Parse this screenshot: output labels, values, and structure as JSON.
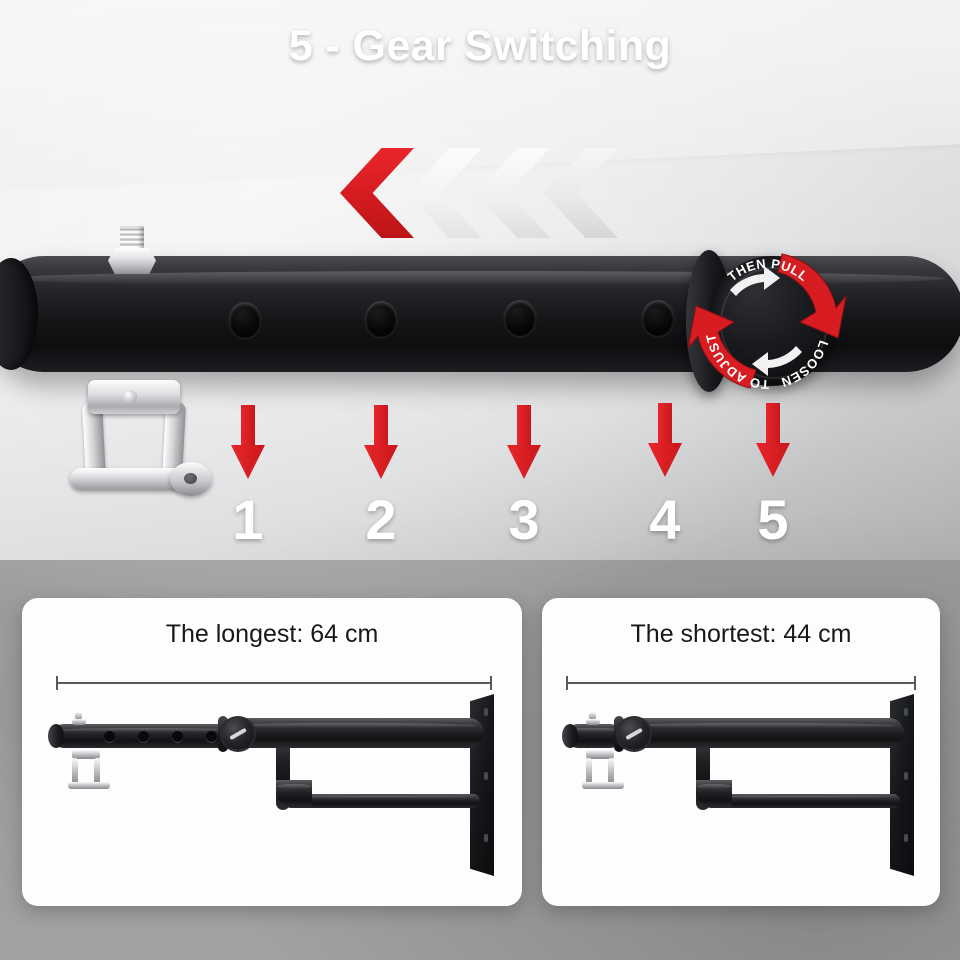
{
  "title": "5 - Gear Switching",
  "colors": {
    "accent_red": "#d81d22",
    "title_white": "#ffffff",
    "product_black": "#141517",
    "card_white": "#fdfdfd",
    "background_gray": "#8e8f91"
  },
  "chevrons": [
    {
      "index": 1,
      "color": "#d81d22",
      "state": "active"
    },
    {
      "index": 2,
      "color": "#f3f3f4",
      "state": "inactive"
    },
    {
      "index": 3,
      "color": "#f0f0f1",
      "state": "inactive"
    },
    {
      "index": 4,
      "color": "#e9e9ea",
      "state": "inactive"
    }
  ],
  "knob": {
    "label_line_1": "LOOSEN",
    "label_line_2": "THEN PULL",
    "label_line_3": "TO ADJUST",
    "full_label": "LOOSEN THEN PULL TO ADJUST",
    "rotation_arrow_color": "#d81d22"
  },
  "gears": {
    "arrow_color": "#d81d22",
    "items": [
      {
        "number": "1"
      },
      {
        "number": "2"
      },
      {
        "number": "3"
      },
      {
        "number": "4"
      },
      {
        "number": "5"
      }
    ]
  },
  "cards": {
    "longest": {
      "title": "The longest: 64 cm",
      "value": "64",
      "unit": "cm"
    },
    "shortest": {
      "title": "The shortest: 44 cm",
      "value": "44",
      "unit": "cm"
    }
  }
}
